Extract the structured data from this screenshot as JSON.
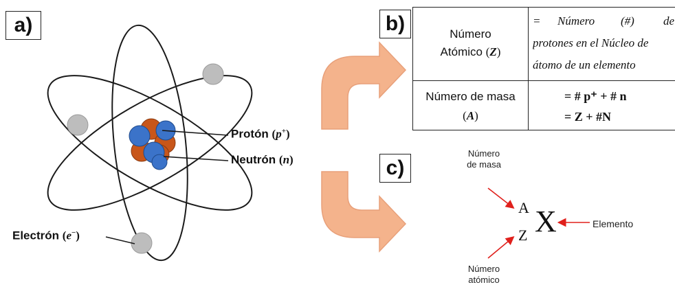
{
  "panels": {
    "a": "a)",
    "b": "b)",
    "c": "c)"
  },
  "atom": {
    "proton": {
      "word": "Protón",
      "symbol": "p",
      "sup": "+"
    },
    "neutron": {
      "word": "Neutrón",
      "symbol": "n"
    },
    "electron": {
      "word": "Electrón",
      "symbol": "e",
      "sup": "−"
    }
  },
  "table": {
    "row1": {
      "label_line1": "Número",
      "label_line2": "Atómico",
      "label_symbol": "Z",
      "def_line1_a": "=",
      "def_line1_b": "Número",
      "def_line1_c": "(#)",
      "def_line1_d": "de",
      "def_line2": "protones en el Núcleo de",
      "def_line3": "átomo de un elemento"
    },
    "row2": {
      "label_line1": "Número de masa",
      "label_symbol": "A",
      "eq1": "= # p⁺ + # n",
      "eq2": "= Z + #N"
    }
  },
  "notation": {
    "mass_label_line1": "Número",
    "mass_label_line2": "de masa",
    "atomic_label_line1": "Número",
    "atomic_label_line2": "atómico",
    "element_label": "Elemento",
    "mass_symbol": "A",
    "atomic_symbol": "Z",
    "element_symbol": "X"
  },
  "colors": {
    "proton": "#c8561a",
    "neutron": "#3b73c9",
    "electron": "#bdbdbd",
    "arrow_fill": "#f4b38c",
    "arrow_stroke": "#e8a07a",
    "pointer": "#e0201c"
  }
}
